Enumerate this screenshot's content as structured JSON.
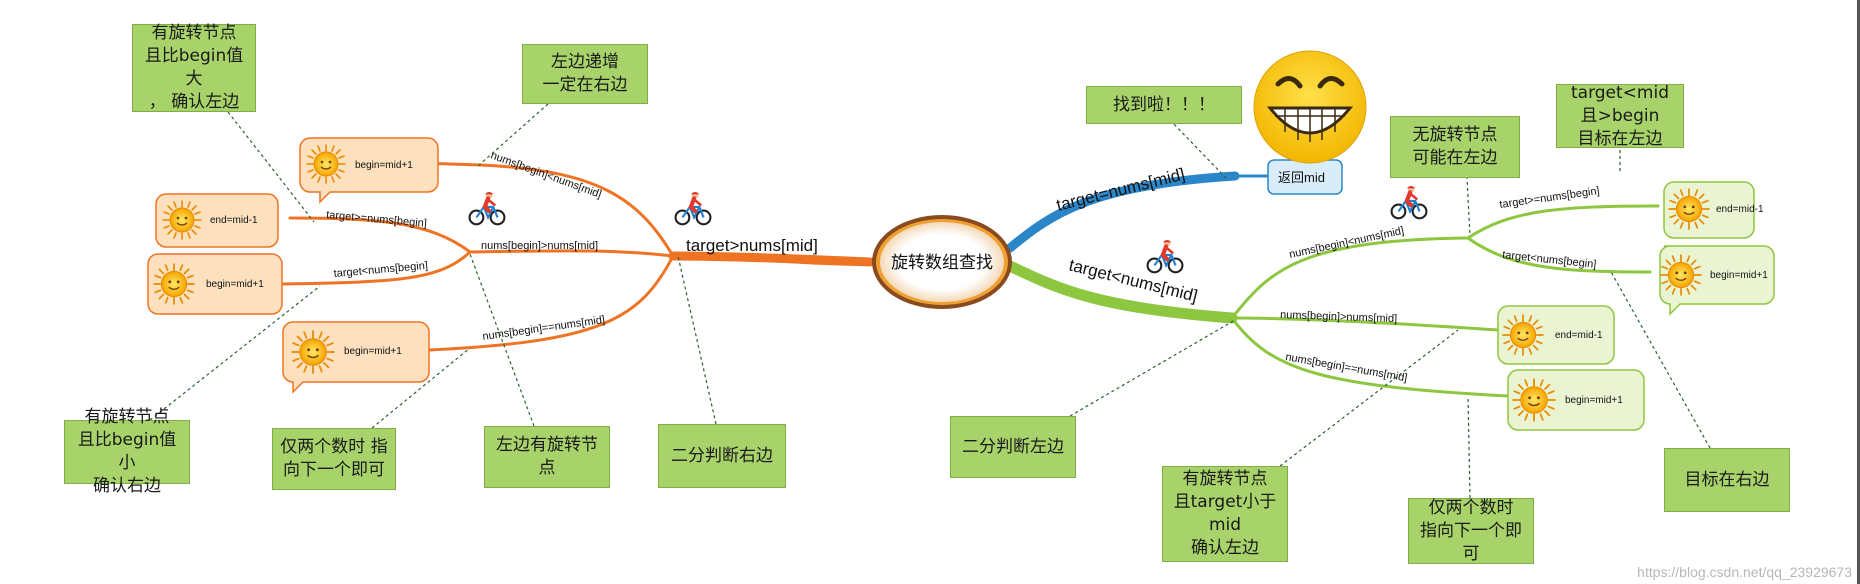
{
  "center": {
    "label": "旋转数组查找"
  },
  "main_branches": {
    "right_search": "target>nums[mid]",
    "found": "target=nums[mid]",
    "left_search": "target<nums[mid]"
  },
  "found": {
    "callout": "返回mid",
    "note": "找到啦！！！"
  },
  "left_tree": {
    "b1": "nums[begin]<nums[mid]",
    "b2": "nums[begin]>nums[mid]",
    "b3": "nums[begin]==nums[mid]",
    "b2a": "target>=nums[begin]",
    "b2b": "target<nums[begin]",
    "c1": "begin=mid+1",
    "c2": "end=mid-1",
    "c3": "begin=mid+1",
    "c4": "begin=mid+1"
  },
  "right_tree": {
    "b1": "nums[begin]<nums[mid]",
    "b2": "nums[begin]>nums[mid]",
    "b3": "nums[begin]==nums[mid]",
    "b1a": "target>=nums[begin]",
    "b1b": "target<nums[begin]",
    "c1": "end=mid-1",
    "c2": "begin=mid+1",
    "c3": "end=mid-1",
    "c4": "begin=mid+1"
  },
  "notes": {
    "n1": "有旋转节点\n且比begin值大\n，  确认左边",
    "n2": "左边递增\n一定在右边",
    "n3": "有旋转节点\n且比begin值小\n确认右边",
    "n4": "仅两个数时 指\n向下一个即可",
    "n5": "左边有旋转节\n点",
    "n6": "二分判断右边",
    "n7": "无旋转节点\n可能在左边",
    "n8": "target<mid\n且>begin\n目标在左边",
    "n9": "二分判断左边",
    "n10": "有旋转节点\n且target小于\nmid\n确认左边",
    "n11": "仅两个数时\n指向下一个即\n可",
    "n12": "目标在右边"
  },
  "watermark": "https://blog.csdn.net/qq_23929673",
  "colors": {
    "orange": "#ee7424",
    "blue": "#2a86c8",
    "green": "#8dc63f",
    "note_green": "#a8d26a",
    "orange_callout": "#fde0bd",
    "green_callout": "#eaf4d2"
  }
}
